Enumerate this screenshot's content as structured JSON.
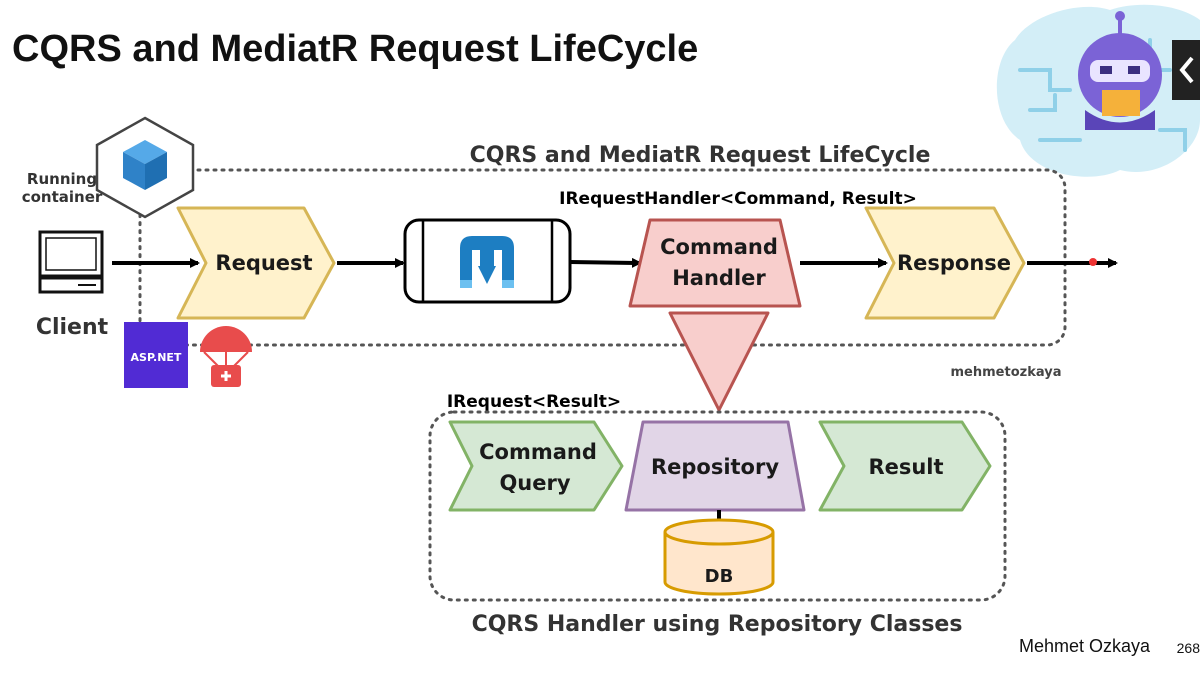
{
  "slide": {
    "title": "CQRS and MediatR Request LifeCycle",
    "author": "Mehmet Ozkaya",
    "page_number": "268"
  },
  "diagram": {
    "top_section_title": "CQRS and MediatR Request LifeCycle",
    "bottom_section_title": "CQRS Handler using Repository Classes",
    "watermark": "mehmetozkaya",
    "handler_interface": "IRequestHandler<Command, Result>",
    "request_interface": "IRequest<Result>",
    "container_label_line1": "Running",
    "container_label_line2": "container",
    "client_label": "Client",
    "aspnet_label": "ASP.NET",
    "nodes": {
      "request": "Request",
      "command_handler_line1": "Command",
      "command_handler_line2": "Handler",
      "response": "Response",
      "command_query_line1": "Command",
      "command_query_line2": "Query",
      "repository": "Repository",
      "result": "Result",
      "db": "DB"
    }
  },
  "colors": {
    "yellow_fill": "#fff2cc",
    "yellow_stroke": "#d6b656",
    "red_fill": "#f8cecc",
    "red_stroke": "#b85450",
    "green_fill": "#d5e8d4",
    "green_stroke": "#82b366",
    "purple_fill": "#e1d5e7",
    "purple_stroke": "#9673a6",
    "db_fill": "#ffe6cc",
    "db_stroke": "#d79b00",
    "aspnet_purple": "#512bd4",
    "docker_blue": "#2496ed",
    "mediatr_blue": "#1d7ec2"
  },
  "icons": [
    "docker-cube-icon",
    "monitor-icon",
    "mediatr-logo-icon",
    "parachute-icon",
    "robot-mascot-icon"
  ]
}
